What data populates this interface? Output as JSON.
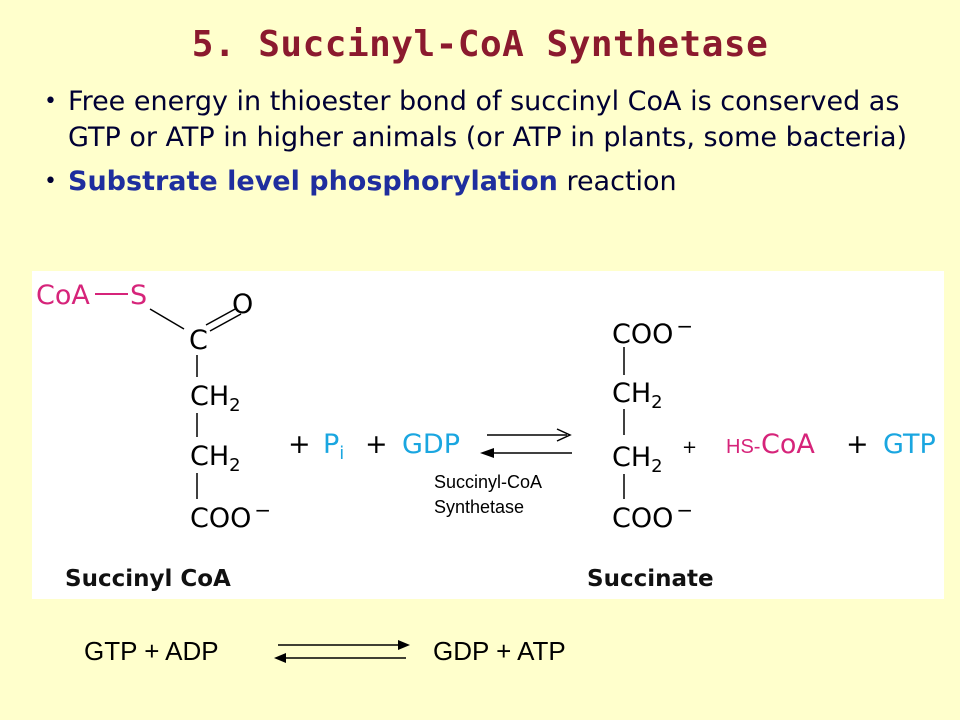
{
  "title": "5.  Succinyl-CoA Synthetase",
  "bullets": {
    "b1": "Free energy in thioester bond of succinyl CoA is conserved as GTP or ATP in higher animals (or ATP in plants, some bacteria)",
    "b2_blue": "Substrate level phosphorylation",
    "b2_rest": " reaction",
    "dot": "•"
  },
  "reaction": {
    "coa": "CoA",
    "s": "S",
    "o": "O",
    "c": "C",
    "ch2": "CH",
    "sub2": "2",
    "coo": "COO",
    "minus": "−",
    "plus": "+",
    "pi_p": "P",
    "pi_i": "i",
    "gdp": "GDP",
    "hs": "HS-",
    "coa_product": "CoA",
    "gtp": "GTP",
    "reactant_name": "Succinyl CoA",
    "product_name": "Succinate",
    "enzyme_line1": "Succinyl-CoA",
    "enzyme_line2": "Synthetase"
  },
  "bottom": {
    "left": "GTP + ADP",
    "right": "GDP + ATP"
  },
  "colors": {
    "title": "#8B1A2E",
    "blue_text": "#1F2E9E",
    "magenta": "#D6247A",
    "cyan": "#1AA6E0",
    "background": "#FFFFCC"
  }
}
